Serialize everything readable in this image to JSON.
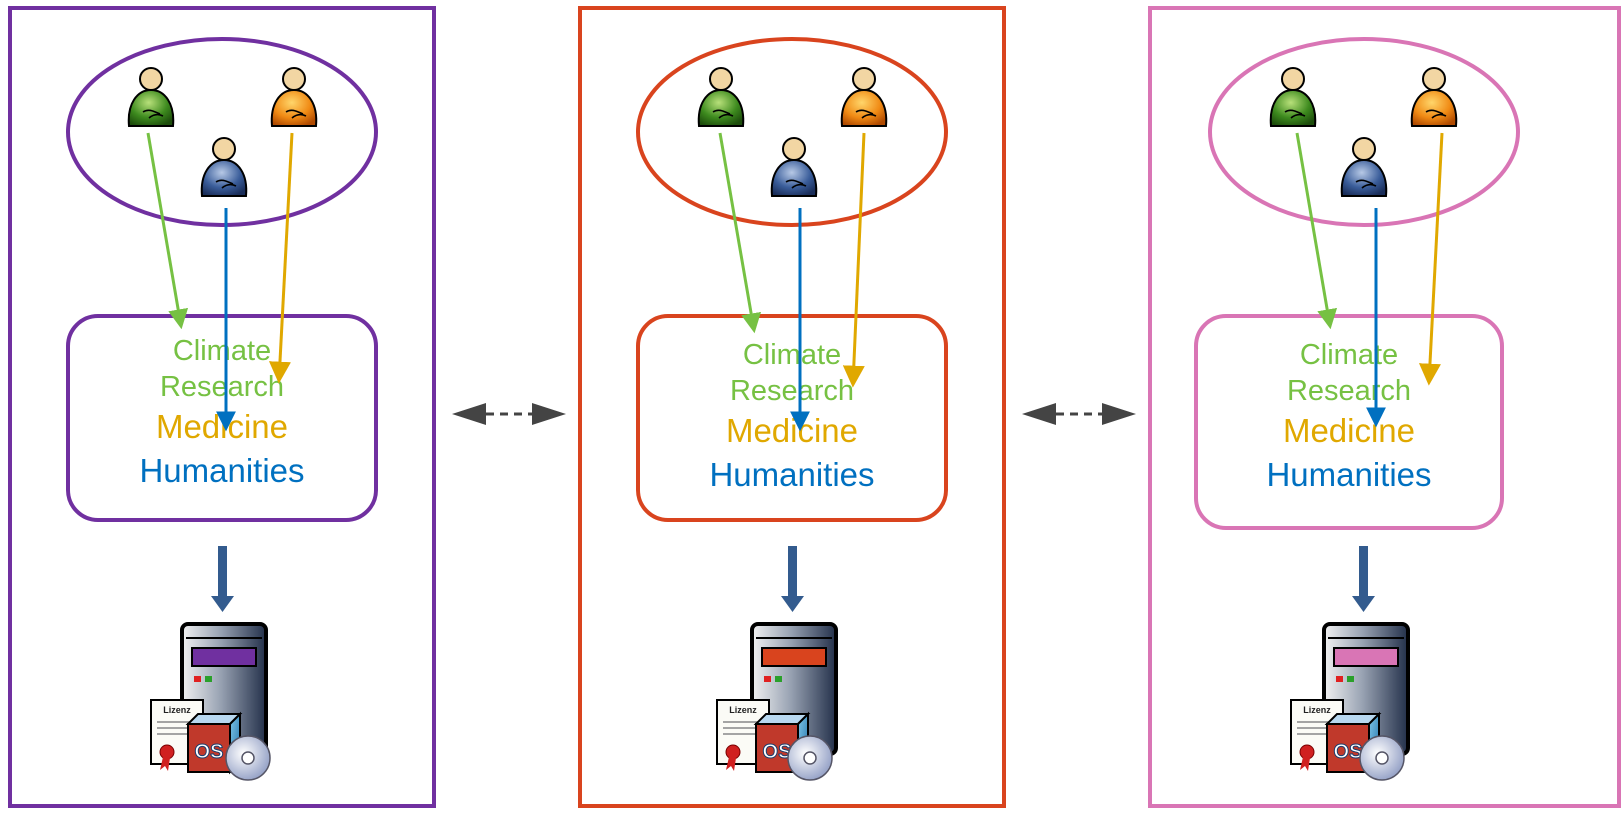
{
  "colors": {
    "community_1": "#7030a0",
    "community_2": "#d9441e",
    "community_3": "#d975b5",
    "climate": "#76c143",
    "medicine": "#e0a800",
    "humanities": "#0070c0",
    "down_arrow": "#335b8e",
    "link_arrow": "#444444"
  },
  "icons": {
    "user_green": "user-green-icon",
    "user_orange": "user-orange-icon",
    "user_blue": "user-blue-icon",
    "server": "server-icon",
    "license": "license-document-icon",
    "os_box": "os-software-box-icon"
  },
  "panels": [
    {
      "title": "",
      "box": {
        "line1": "Climate",
        "line2": "Research",
        "line3": "Medicine",
        "line4": "Humanities"
      },
      "server_label": {
        "license": "Lizenz",
        "os": "OS"
      }
    },
    {
      "title": "",
      "box": {
        "line1": "Climate",
        "line2": "Research",
        "line3": "Medicine",
        "line4": "Humanities"
      },
      "server_label": {
        "license": "Lizenz",
        "os": "OS"
      }
    },
    {
      "title": "",
      "box": {
        "line1": "Climate",
        "line2": "Research",
        "line3": "Medicine",
        "line4": "Humanities"
      },
      "server_label": {
        "license": "Lizenz",
        "os": "OS"
      }
    }
  ]
}
